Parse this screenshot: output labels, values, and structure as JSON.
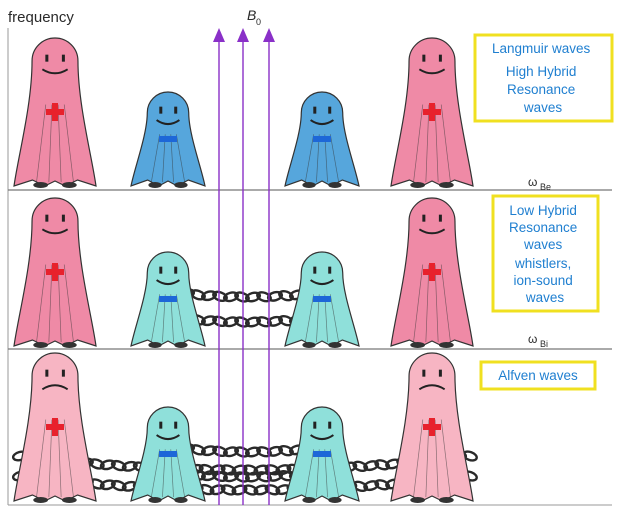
{
  "axis": {
    "y_label": "frequency",
    "field_label": "B",
    "field_sub": "0"
  },
  "panels": [
    {
      "id": "high",
      "boundary": {
        "symbol": "ω",
        "sub": "Be"
      },
      "box_lines": [
        "Langmuir waves",
        "High Hybrid",
        "Resonance",
        "waves"
      ],
      "electron_color": "#56a6dc",
      "chains": 0
    },
    {
      "id": "mid",
      "boundary": {
        "symbol": "ω",
        "sub": "Bi"
      },
      "box_lines": [
        "Low Hybrid",
        "Resonance",
        "waves",
        "whistlers,",
        "ion-sound",
        "waves"
      ],
      "electron_color": "#8fe0da",
      "chains": 1
    },
    {
      "id": "low",
      "boundary": null,
      "box_lines": [
        "Alfven waves"
      ],
      "electron_color": "#8fe0da",
      "chains": 2
    }
  ],
  "colors": {
    "ion": "#ef8aa6",
    "ion_light": "#f7b5c3",
    "plus": "#e8212c",
    "minus": "#1d67d8",
    "field_line": "#8a30c8",
    "box_border": "#f0e020",
    "box_text": "#1f7fd0",
    "separator": "#777777",
    "chain": "#2a2a2a"
  }
}
